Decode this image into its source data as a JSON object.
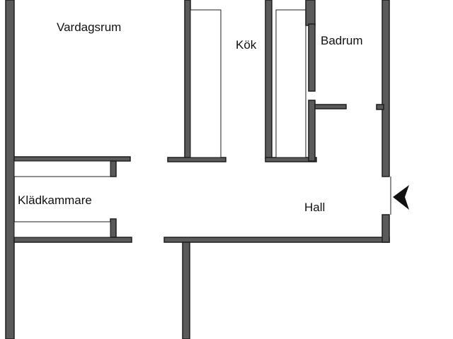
{
  "floorplan": {
    "rooms": {
      "living_room": "Vardagsrum",
      "kitchen": "Kök",
      "bathroom": "Badrum",
      "walk_in_closet": "Klädkammare",
      "hall": "Hall"
    },
    "entrance_arrow_icon": "arrow-left-icon",
    "colors": {
      "wall": "#5a5a5a",
      "wall_outline": "#1e1e1e",
      "background": "#ffffff"
    }
  }
}
